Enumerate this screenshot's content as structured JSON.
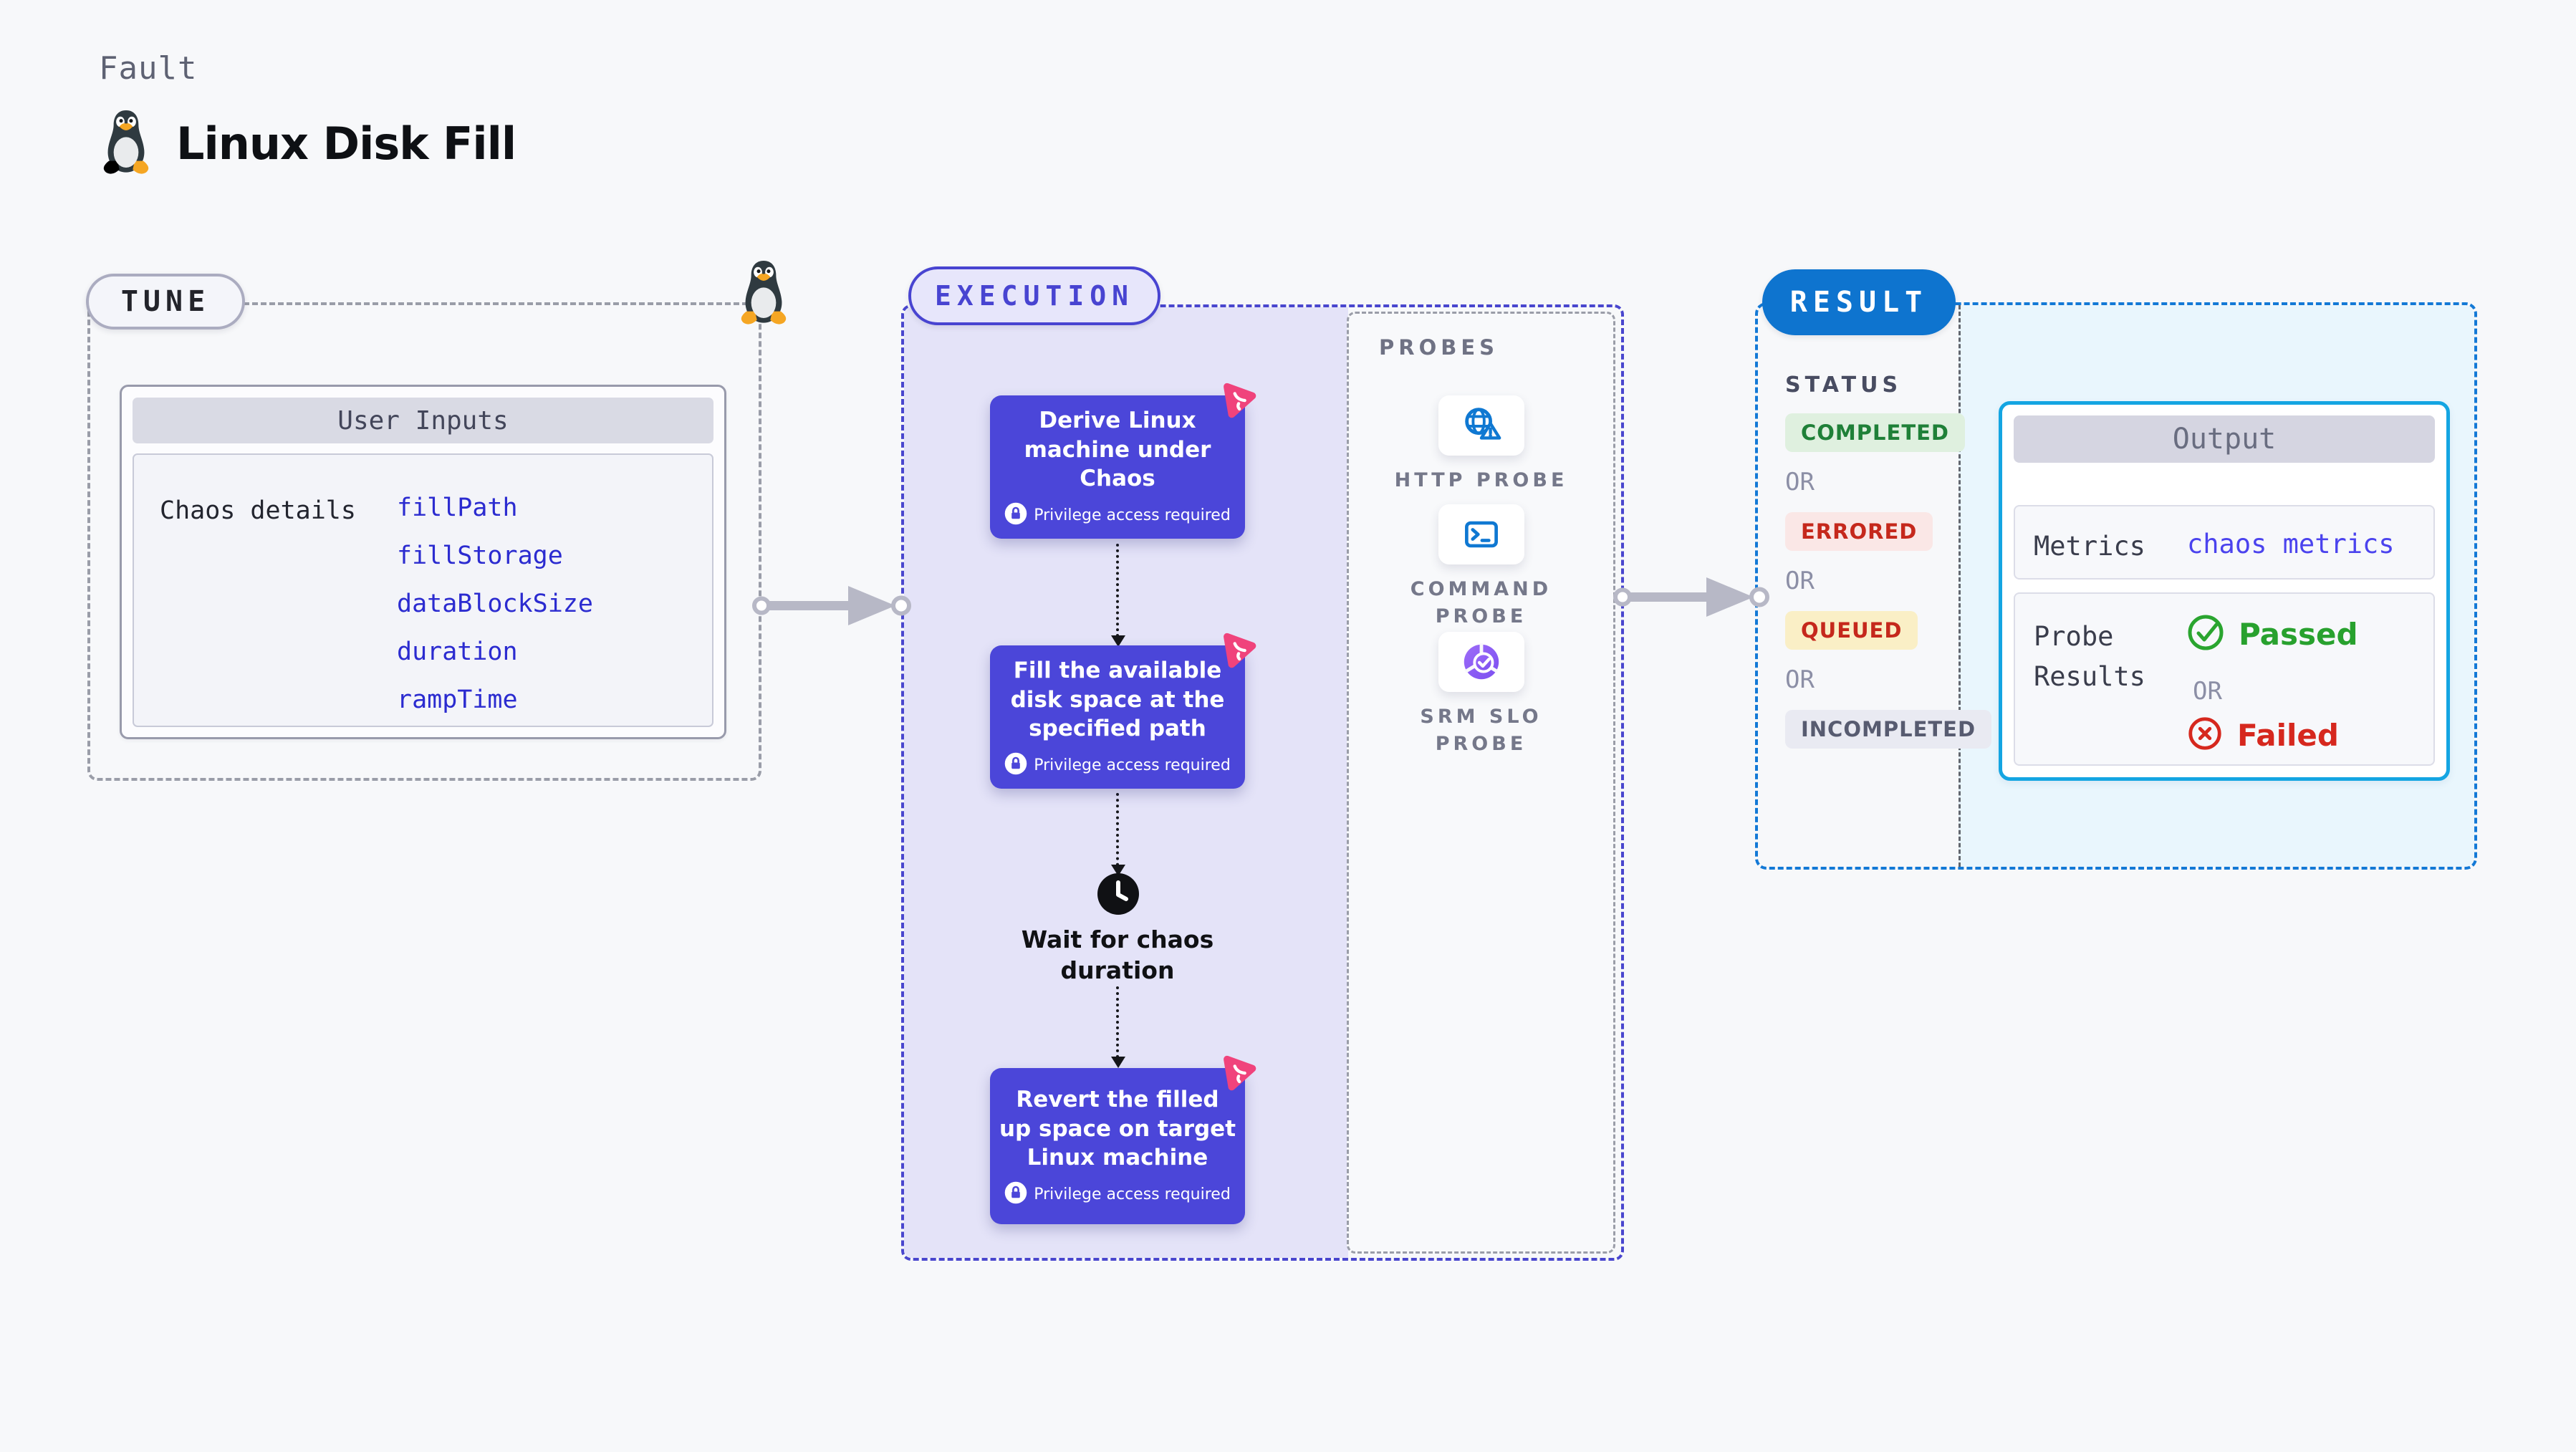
{
  "header": {
    "eyebrow": "Fault",
    "title": "Linux Disk Fill"
  },
  "tune": {
    "label": "TUNE",
    "card": {
      "title": "User Inputs",
      "row_label": "Chaos details",
      "inputs": [
        "fillPath",
        "fillStorage",
        "dataBlockSize",
        "duration",
        "rampTime"
      ]
    }
  },
  "execution": {
    "label": "EXECUTION",
    "privilege_note": "Privilege access required",
    "steps": [
      {
        "title": "Derive Linux machine under Chaos"
      },
      {
        "title": "Fill the available disk space at the specified path"
      },
      {
        "title": "Revert the filled up space on target Linux machine"
      }
    ],
    "wait_label": "Wait for chaos duration"
  },
  "probes": {
    "label": "PROBES",
    "items": [
      {
        "name": "HTTP PROBE",
        "icon": "globe-alert-icon"
      },
      {
        "name": "COMMAND PROBE",
        "icon": "terminal-icon"
      },
      {
        "name": "SRM SLO PROBE",
        "icon": "slo-pie-icon"
      }
    ]
  },
  "result": {
    "label": "RESULT",
    "status_heading": "STATUS",
    "or_label": "OR",
    "statuses": [
      {
        "text": "COMPLETED",
        "type": "completed"
      },
      {
        "text": "ERRORED",
        "type": "errored"
      },
      {
        "text": "QUEUED",
        "type": "queued"
      },
      {
        "text": "INCOMPLETED",
        "type": "incompleted"
      }
    ],
    "output": {
      "title": "Output",
      "metrics_label": "Metrics",
      "metrics_link": "chaos metrics",
      "probe_results_label": "Probe Results",
      "passed_label": "Passed",
      "failed_label": "Failed"
    }
  },
  "colors": {
    "accent_indigo": "#4946D4",
    "card_indigo": "#4B46D9",
    "result_blue": "#1379D6",
    "cyan_border": "#14A5E2",
    "chaos_pink": "#F0437C",
    "passed_green": "#28A12E",
    "failed_red": "#D6281E",
    "link_blue": "#2B2BD0"
  }
}
